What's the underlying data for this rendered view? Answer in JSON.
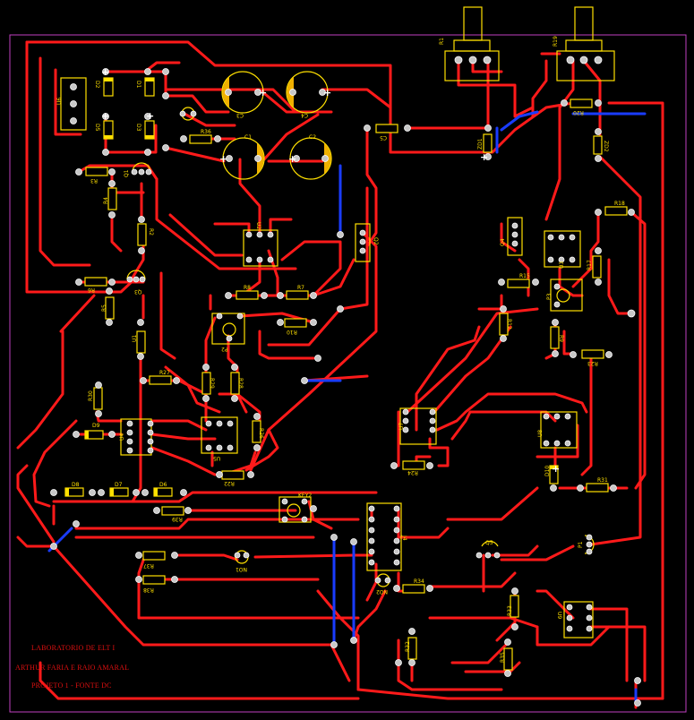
{
  "notes": {
    "line1": "LABORATORIO DE ELT I",
    "line2": "ARTHUR FARIA E RAIO AMARAL",
    "line3": "PROJETO 1 - FONTE DC"
  },
  "colors": {
    "background": "#000000",
    "outline": "#c040c0",
    "top_trace": "#ff1a1a",
    "bottom_trace": "#1a3cff",
    "pad": "#c8c8c8",
    "silkscreen": "#ffe000",
    "cap_band": "#f0b000"
  },
  "labels": {
    "r1": "R1",
    "r19": "R19",
    "u6": "U6",
    "d2": "D2",
    "d1": "D1",
    "d5": "D5",
    "d3": "D3",
    "c3": "C3",
    "c4": "C4",
    "c1": "C1",
    "c2": "C2",
    "r36": "R36",
    "c5": "C5",
    "zd1": "ZD1",
    "zd2": "ZD2",
    "r20": "R20",
    "r3": "R3",
    "r4": "R4",
    "q1": "Q1",
    "r2": "R2",
    "r6": "R6",
    "q3": "Q3",
    "r5": "R5",
    "u1": "U1",
    "r18": "R18",
    "u2": "U2",
    "q2": "Q2",
    "q4": "Q4",
    "u3": "U3",
    "r17": "R17",
    "r15": "R15",
    "r8": "R8",
    "r7": "R7",
    "r10": "R10",
    "p2": "P2",
    "p3": "P3",
    "r12": "R12",
    "r9": "R9",
    "r23": "R23",
    "r27": "R27",
    "r29": "R29",
    "r28": "R28",
    "r30": "R30",
    "d9": "D9",
    "u4": "U4",
    "u5": "U5",
    "r26": "R26",
    "r24": "R24",
    "u7": "U7",
    "r22": "R22",
    "u8": "U8",
    "d10": "D10",
    "r31": "R31",
    "d8": "D8",
    "d7": "D7",
    "d6": "D6",
    "key2": "KEY2",
    "r39": "R39",
    "j4": "J4",
    "q5": "Q5",
    "p1": "P1",
    "r37": "R37",
    "no1": "NO1",
    "r38": "R38",
    "no2": "NO2",
    "r34": "R34",
    "r33": "R33",
    "u9": "U9",
    "r32": "R32",
    "r35": "R35"
  }
}
